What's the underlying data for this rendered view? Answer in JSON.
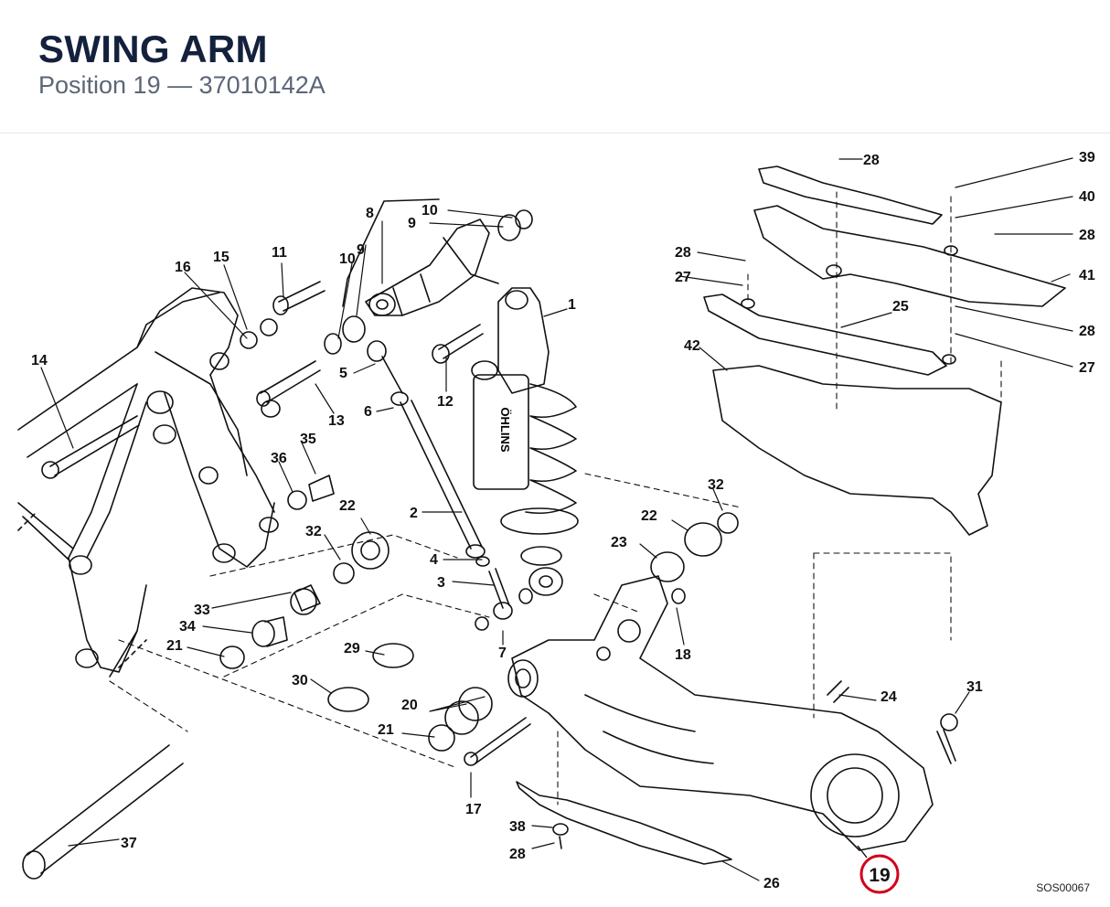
{
  "header": {
    "title": "SWING ARM",
    "subtitle": "Position 19 — 37010142A"
  },
  "diagram": {
    "labels": {
      "l1": "1",
      "l2": "2",
      "l3": "3",
      "l4": "4",
      "l5": "5",
      "l6": "6",
      "l7": "7",
      "l8": "8",
      "l9a": "9",
      "l9b": "9",
      "l10a": "10",
      "l10b": "10",
      "l11": "11",
      "l12": "12",
      "l13": "13",
      "l14": "14",
      "l15": "15",
      "l16": "16",
      "l17": "17",
      "l18": "18",
      "l20": "20",
      "l21a": "21",
      "l21b": "21",
      "l22a": "22",
      "l22b": "22",
      "l23": "23",
      "l24": "24",
      "l25": "25",
      "l26": "26",
      "l27a": "27",
      "l27b": "27",
      "l28a": "28",
      "l28b": "28",
      "l28c": "28",
      "l28d": "28",
      "l28e": "28",
      "l29": "29",
      "l30": "30",
      "l31": "31",
      "l32a": "32",
      "l32b": "32",
      "l33": "33",
      "l34": "34",
      "l35": "35",
      "l36": "36",
      "l37": "37",
      "l38": "38",
      "l39": "39",
      "l40": "40",
      "l41": "41",
      "l42": "42"
    },
    "highlighted_position": "19",
    "shock_brand": "ÖHLINS",
    "drawing_code": "SOS00067"
  },
  "colors": {
    "title": "#14213d",
    "subtitle": "#5b6676",
    "highlight": "#d0021b",
    "line": "#111111"
  }
}
